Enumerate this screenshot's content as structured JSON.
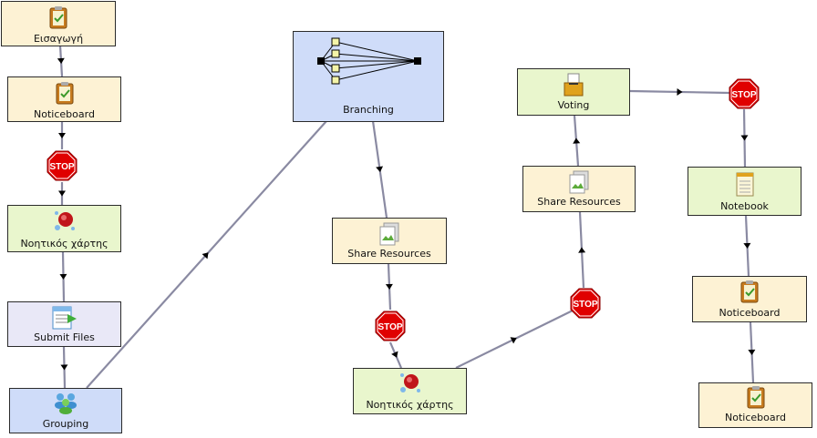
{
  "nodes": {
    "eisagogi": {
      "label": "Εισαγωγή",
      "icon": "clipboard-icon"
    },
    "noticeboard1": {
      "label": "Noticeboard",
      "icon": "clipboard-icon"
    },
    "noitikos1": {
      "label": "Νοητικός χάρτης",
      "icon": "mindmap-icon"
    },
    "submit_files": {
      "label": "Submit Files",
      "icon": "submit-files-icon"
    },
    "grouping": {
      "label": "Grouping",
      "icon": "people-group-icon"
    },
    "branching": {
      "label": "Branching",
      "icon": "branching-icon"
    },
    "share1": {
      "label": "Share Resources",
      "icon": "share-resources-icon"
    },
    "noitikos2": {
      "label": "Νοητικός χάρτης",
      "icon": "mindmap-icon"
    },
    "share2": {
      "label": "Share Resources",
      "icon": "share-resources-icon"
    },
    "voting": {
      "label": "Voting",
      "icon": "ballot-box-icon"
    },
    "notebook": {
      "label": "Notebook",
      "icon": "notebook-icon"
    },
    "noticeboard2": {
      "label": "Noticeboard",
      "icon": "clipboard-icon"
    },
    "noticeboard3": {
      "label": "Noticeboard",
      "icon": "clipboard-icon"
    }
  },
  "stop_label": "STOP",
  "colors": {
    "yellow": "#fdf2d4",
    "green": "#e9f6cd",
    "blue": "#cfdcf9",
    "lavender": "#e9e8f7",
    "stop_red": "#e00000",
    "connector": "#8a8aa0"
  }
}
